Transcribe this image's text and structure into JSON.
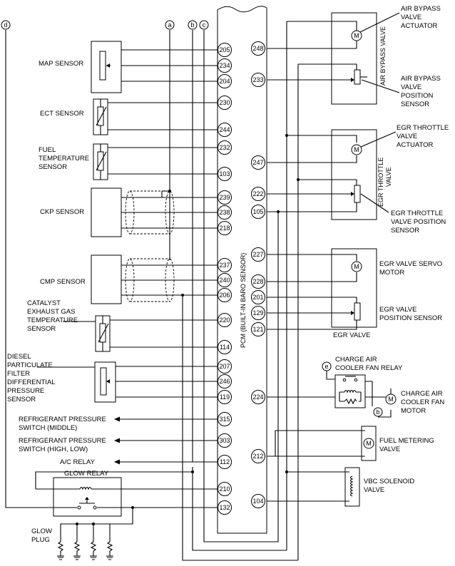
{
  "pcm_label": "PCM (BUILT-IN BARO SENSOR)",
  "connectors": {
    "a": "a",
    "b": "b",
    "c": "c",
    "d": "d",
    "e": "e"
  },
  "pins_left": [
    "205",
    "234",
    "204",
    "230",
    "244",
    "232",
    "103",
    "239",
    "238",
    "218",
    "237",
    "240",
    "206",
    "220",
    "114",
    "207",
    "246",
    "119",
    "315",
    "303",
    "112",
    "210",
    "132"
  ],
  "pins_right": [
    "248",
    "233",
    "247",
    "222",
    "105",
    "227",
    "228",
    "201",
    "129",
    "121",
    "224",
    "212",
    "104"
  ],
  "components_left": {
    "map_sensor": "MAP SENSOR",
    "ect_sensor": "ECT SENSOR",
    "fuel_temp": [
      "FUEL",
      "TEMPERATURE",
      "SENSOR"
    ],
    "ckp_sensor": "CKP SENSOR",
    "cmp_sensor": "CMP SENSOR",
    "catalyst": [
      "CATALYST",
      "EXHAUST GAS",
      "TEMPERATURE",
      "SENSOR"
    ],
    "dpf": [
      "DIESEL",
      "PARTICULATE",
      "FILTER",
      "DIFFERENTIAL",
      "PRESSURE",
      "SENSOR"
    ],
    "refrig_middle": [
      "REFRIGERANT PRESSURE",
      "SWITCH (MIDDLE)"
    ],
    "refrig_high_low": [
      "REFRIGERANT PRESSURE",
      "SWITCH (HIGH, LOW)"
    ],
    "ac_relay": "A/C RELAY",
    "glow_relay": "GLOW RELAY",
    "glow_plug": [
      "GLOW",
      "PLUG"
    ]
  },
  "components_right": {
    "air_bypass_actuator": [
      "AIR BYPASS",
      "VALVE",
      "ACTUATOR"
    ],
    "air_bypass_position": [
      "AIR BYPASS",
      "VALVE",
      "POSITION",
      "SENSOR"
    ],
    "air_bypass_group": "AIR BYPASS VALVE",
    "egr_throttle_actuator": [
      "EGR THROTTLE",
      "VALVE",
      "ACTUATOR"
    ],
    "egr_throttle_position": [
      "EGR THROTTLE",
      "VALVE POSITION",
      "SENSOR"
    ],
    "egr_throttle_group": [
      "EGR THROTTLE",
      "VALVE"
    ],
    "egr_servo": [
      "EGR VALVE SERVO",
      "MOTOR"
    ],
    "egr_position": [
      "EGR VALVE",
      "POSITION SENSOR"
    ],
    "egr_valve_group": "EGR VALVE",
    "charge_air_relay": [
      "CHARGE AIR",
      "COOLER FAN RELAY"
    ],
    "charge_air_motor": [
      "CHARGE AIR",
      "COOLER FAN",
      "MOTOR"
    ],
    "fuel_metering": [
      "FUEL METERING",
      "VALVE"
    ],
    "vbc_solenoid": [
      "VBC SOLENOID",
      "VALVE"
    ]
  },
  "symbols": {
    "motor": "M"
  }
}
